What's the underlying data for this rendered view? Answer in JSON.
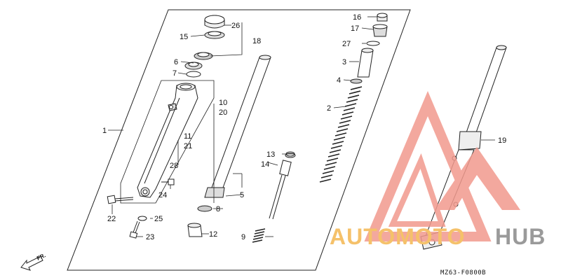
{
  "diagram": {
    "diagram_code": "MZ63-F0800B",
    "direction_label": "FR.",
    "watermark": {
      "brand_part1": "AUTOMOTO",
      "brand_part2": "HUB",
      "colors": {
        "triangle": "#f29a8e",
        "text1": "#f5c16a",
        "text2": "#9a9a9a"
      }
    },
    "callouts": [
      {
        "id": "c1",
        "label": "1"
      },
      {
        "id": "c2",
        "label": "2"
      },
      {
        "id": "c3",
        "label": "3"
      },
      {
        "id": "c4",
        "label": "4"
      },
      {
        "id": "c5",
        "label": "5"
      },
      {
        "id": "c6",
        "label": "6"
      },
      {
        "id": "c7",
        "label": "7"
      },
      {
        "id": "c8",
        "label": "8"
      },
      {
        "id": "c9",
        "label": "9"
      },
      {
        "id": "c10",
        "label": "10"
      },
      {
        "id": "c11",
        "label": "11"
      },
      {
        "id": "c12",
        "label": "12"
      },
      {
        "id": "c13",
        "label": "13"
      },
      {
        "id": "c14",
        "label": "14"
      },
      {
        "id": "c15",
        "label": "15"
      },
      {
        "id": "c16",
        "label": "16"
      },
      {
        "id": "c17",
        "label": "17"
      },
      {
        "id": "c18",
        "label": "18"
      },
      {
        "id": "c19",
        "label": "19"
      },
      {
        "id": "c20",
        "label": "20"
      },
      {
        "id": "c21",
        "label": "21"
      },
      {
        "id": "c22",
        "label": "22"
      },
      {
        "id": "c23",
        "label": "23"
      },
      {
        "id": "c24",
        "label": "24"
      },
      {
        "id": "c25",
        "label": "25"
      },
      {
        "id": "c26",
        "label": "26"
      },
      {
        "id": "c27",
        "label": "27"
      },
      {
        "id": "c28",
        "label": "28"
      }
    ]
  }
}
